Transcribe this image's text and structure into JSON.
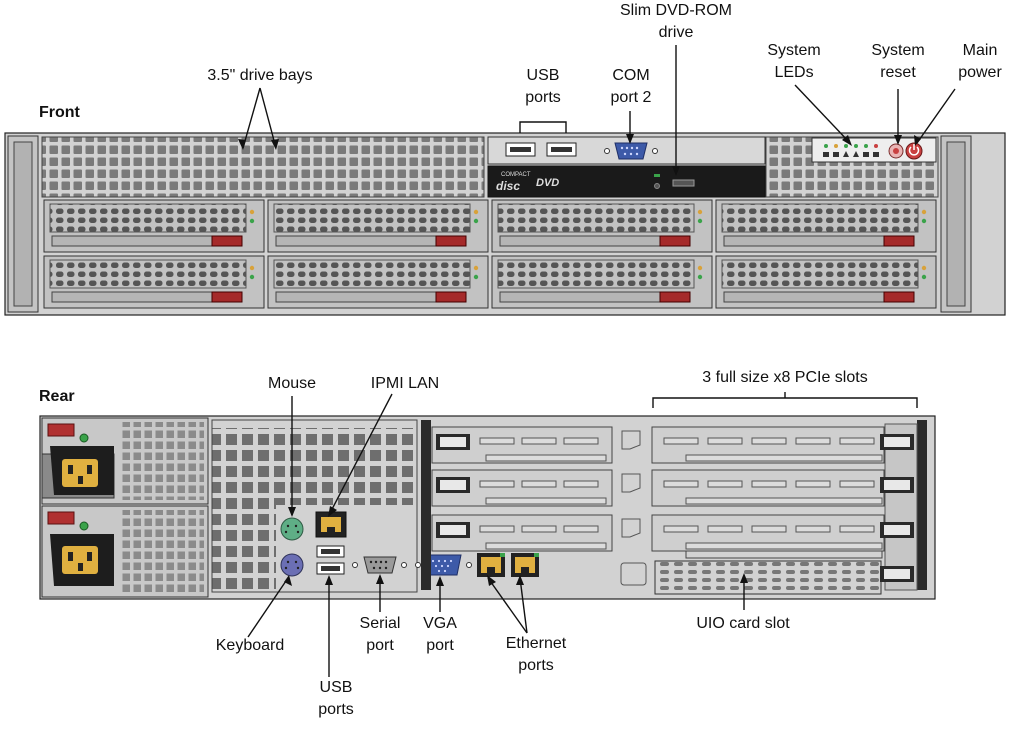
{
  "sections": {
    "front": "Front",
    "rear": "Rear"
  },
  "front_labels": {
    "drive_bays": "3.5\" drive bays",
    "usb_ports": "USB\nports",
    "com_port": "COM\nport 2",
    "dvd_drive": "Slim DVD-ROM\ndrive",
    "system_leds": "System\nLEDs",
    "system_reset": "System\nreset",
    "main_power": "Main\npower"
  },
  "rear_labels": {
    "mouse": "Mouse",
    "ipmi_lan": "IPMI LAN",
    "pcie_slots": "3 full size x8 PCIe slots",
    "keyboard": "Keyboard",
    "usb_ports": "USB\nports",
    "serial_port": "Serial\nport",
    "vga_port": "VGA\nport",
    "ethernet_ports": "Ethernet\nports",
    "uio_slot": "UIO card slot"
  },
  "dvd_logos": {
    "compact_disc_top": "COMPACT",
    "compact_disc_main": "disc",
    "dvd": "DVD"
  },
  "colors": {
    "chassis": "#d2d2d2",
    "chassis_dark": "#9a9a9a",
    "outline": "#222222",
    "vent": "#6e6e6e",
    "dvd_black": "#1a1a1a",
    "drive_tab_red": "#a52a2a",
    "led_green": "#3aa34a",
    "led_amber": "#d8a23a",
    "ps2_mouse": "#5fae86",
    "ps2_keyboard": "#6b6fb4",
    "vga_blue": "#3d5aa8",
    "com_blue": "#3d5aa8",
    "power_red": "#c94040",
    "psu_tab_red": "#b03030",
    "lan_amber": "#e0b040"
  }
}
